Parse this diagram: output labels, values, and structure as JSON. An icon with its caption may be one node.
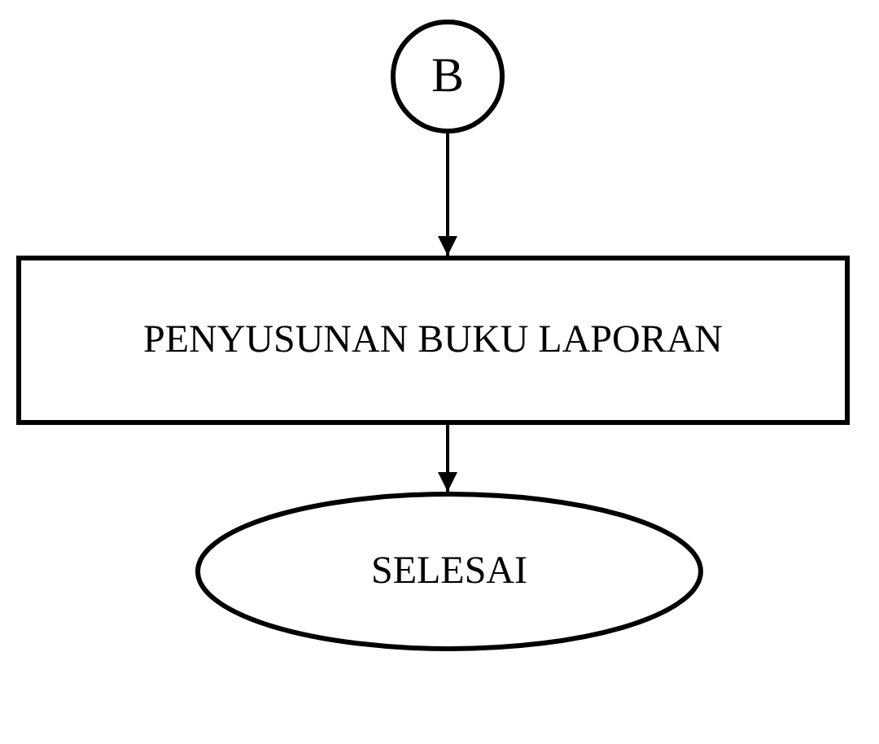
{
  "diagram": {
    "nodes": [
      {
        "text": [
          "B"
        ]
      },
      {
        "text": [
          "PENYUSUNAN BUKU LAPORAN"
        ]
      },
      {
        "text": [
          "SELESAI"
        ]
      }
    ],
    "edges": [
      {
        "from": 0,
        "to": 1,
        "arrow": "to"
      },
      {
        "from": 1,
        "to": 2,
        "arrow": "to"
      }
    ]
  }
}
